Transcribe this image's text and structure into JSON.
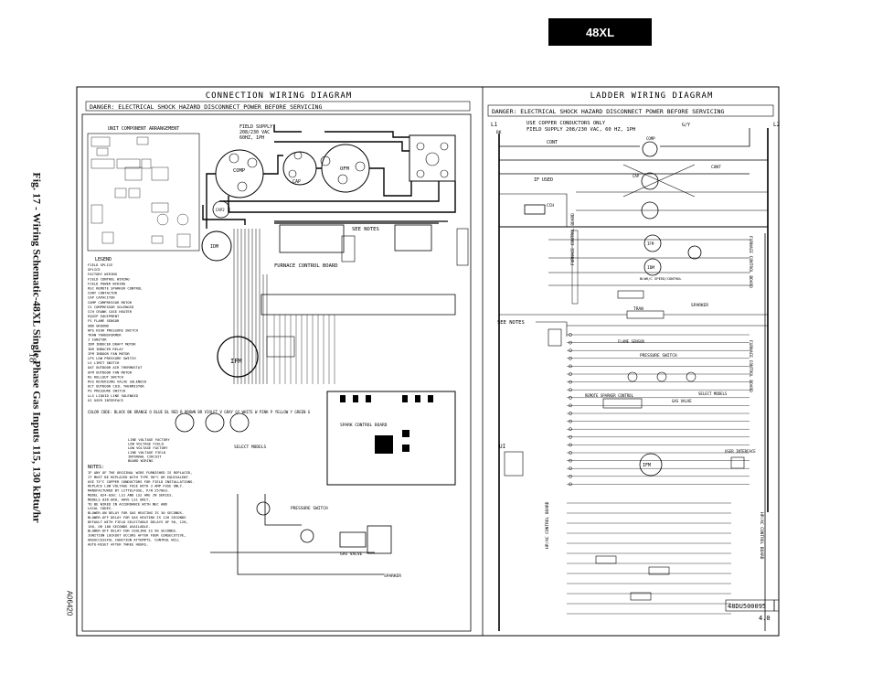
{
  "header": {
    "badge": "48XL"
  },
  "caption": {
    "figure": "Fig. 17 - Wiring Schematic-48XL Single Phase Gas Inputs 115, 130 kBtu/hr",
    "page_number": "18",
    "doc_code": "A06420"
  },
  "connection": {
    "title": "CONNECTION WIRING DIAGRAM",
    "danger": "DANGER: ELECTRICAL SHOCK HAZARD DISCONNECT POWER BEFORE SERVICING",
    "unit_arrangement": "UNIT COMPONENT ARRANGEMENT",
    "field_supply": [
      "FIELD SUPPLY",
      "208/230 VAC",
      "60HZ, 1PH"
    ],
    "see_notes": "SEE NOTES",
    "furnace_board": "FURNACE CONTROL BOARD",
    "pressure_switch": "PRESSURE SWITCH",
    "spark_control": "SPARK CONTROL BOARD",
    "gas_valve": "GAS VALVE",
    "sparker": "SPARKER",
    "ifm": "IFM",
    "comp": "COMP",
    "ofm": "OFM",
    "cap": "CAP",
    "cap2": "CAP2",
    "idm": "IDM",
    "select_models": "SELECT MODELS",
    "legend_title": "LEGEND",
    "legend": [
      "FIELD SPLICE",
      "SPLICE",
      "FACTORY WIRING",
      "FIELD CONTROL WIRING",
      "FIELD POWER WIRING",
      "RSC   REMOTE SPARKER CONTROL",
      "CONT  CONTACTOR",
      "CAP   CAPACITOR",
      "COMP  COMPRESSOR MOTOR",
      "CS    COMPRESSOR SOLENOID",
      "CCH   CRANK CASE HEATER",
      "EQUIP EQUIPMENT",
      "FS    FLAME SENSOR",
      "GND   GROUND",
      "HPS   HIGH PRESSURE SWITCH",
      "TRAN  TRANSFORMER",
      "I     IGNITOR",
      "IDM   INDUCER DRAFT MOTOR",
      "IDR   INDUCER RELAY",
      "IFM   INDOOR FAN MOTOR",
      "LPS   LOW PRESSURE SWITCH",
      "LS    LIMIT SWITCH",
      "OAT   OUTDOOR AIR THERMOSTAT",
      "OFM   OUTDOOR FAN MOTOR",
      "RS    ROLLOUT SWITCH",
      "RVS   REVERSING VALVE SOLENOID",
      "OCT   OUTDOOR COIL THERMISTOR",
      "PS    PRESSURE SWITCH",
      "LLS   LIQUID LINE SOLENOID",
      "UI    USER INTERFACE"
    ],
    "color_code": "COLOR CODE: BLACK BK  ORANGE O  BLUE BL  RED R  BROWN BR  VIOLET V  GRAY GY  WHITE W  PINK P  YELLOW Y  GREEN G",
    "voltage_legend": [
      "LINE VOLTAGE FACTORY",
      "LOW VOLTAGE FIELD",
      "LOW VOLTAGE FACTORY",
      "LINE VOLTAGE FIELD",
      "INTERNAL CIRCUIT",
      "BOARD WIRING"
    ],
    "notes_title": "NOTES:",
    "notes": [
      "IF ANY OF THE ORIGINAL WIRE FURNISHED IS REPLACED,",
      "IT MUST BE REPLACED WITH TYPE 90°C OR EQUIVALENT.",
      "USE 75°C COPPER CONDUCTORS FOR FIELD INSTALLATIONS.",
      "REPLACE LOW VOLTAGE FUSE WITH 3 AMP FUSE ONLY.",
      "MANUFACTURED BY LITTELFUSE, P/N 257003.",
      "MODEL 024-030: LS1 AND LS2 ARE IN SERIES.",
      "MODELS 036-060, HAVE LS1 ONLY.",
      "TO BE WIRED IN ACCORDANCE WITH NEC AND",
      "LOCAL CODES.",
      "BLOWER-ON DELAY FOR GAS HEATING IS 30 SECONDS.",
      "BLOWER-OFF DELAY FOR GAS HEATING IS 120 SECONDS",
      "DEFAULT WITH FIELD SELECTABLE DELAYS OF 90, 120,",
      "150, OR 180 SECONDS AVAILABLE.",
      "BLOWER-OFF DELAY FOR COOLING IS 90 SECONDS.",
      "IGNITION LOCKOUT OCCURS AFTER FOUR CONSECUTIVE,",
      "UNSUCCESSFUL IGNITION ATTEMPTS. CONTROL WILL",
      "AUTO-RESET AFTER THREE HOURS."
    ]
  },
  "ladder": {
    "title": "LADDER WIRING DIAGRAM",
    "danger": "DANGER: ELECTRICAL SHOCK HAZARD DISCONNECT POWER BEFORE SERVICING",
    "copper_note": "USE COPPER CONDUCTORS ONLY",
    "field_supply": "FIELD SUPPLY 208/230 VAC, 60 HZ, 1PH",
    "l1": "L1",
    "l2": "L2",
    "bk": "BK",
    "gy": "G/Y",
    "cont": "CONT",
    "comp": "COMP",
    "cap": "CAP",
    "cch": "CCH",
    "if_used": "IF USED",
    "see_notes": "SEE NOTES",
    "furnace_board": "FURNACE CONTROL BOARD",
    "hp_ac_board": "HP/AC CONTROL BOARD",
    "ifm": "IFM",
    "idm": "IDM",
    "tran": "TRAN",
    "sparker": "SPARKER",
    "pressure_switch": "PRESSURE SWITCH",
    "remote_sparker": "REMOTE SPARKER CONTROL",
    "gas_valve": "GAS VALVE",
    "select_models": "SELECT MODELS",
    "user_interface": "USER INTERFACE",
    "ui": "UI",
    "flame_sensor": "FLAME SENSOR",
    "blower_note": "BLWR/C SPEED/CONTROL",
    "part_number": "48DU500095",
    "revision": "4.0"
  }
}
